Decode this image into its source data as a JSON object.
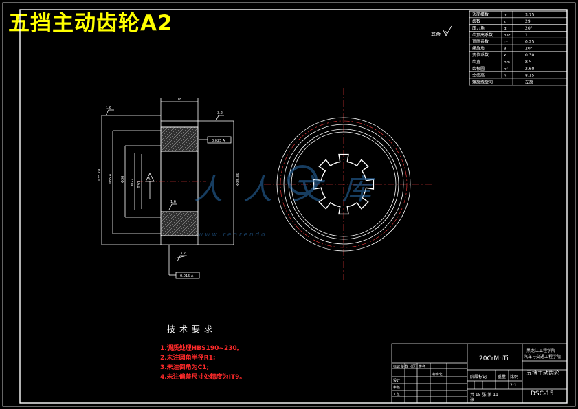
{
  "drawing": {
    "title": "五挡主动齿轮A2",
    "finish_mark": "其余",
    "gear_params": [
      [
        "法面模数",
        "m",
        "3.75"
      ],
      [
        "齿数",
        "z",
        "29"
      ],
      [
        "压力角",
        "α",
        "20°"
      ],
      [
        "齿顶高系数",
        "ha*",
        "1"
      ],
      [
        "顶隙系数",
        "c*",
        "0.25"
      ],
      [
        "螺旋角",
        "β",
        "20°"
      ],
      [
        "变位系数",
        "x",
        "0.30"
      ],
      [
        "齿宽",
        "bm",
        "8.5"
      ],
      [
        "齿根圆",
        "hf",
        "2.60"
      ],
      [
        "全齿高",
        "h",
        "8.15"
      ],
      [
        "螺旋线旋向",
        "",
        "左旋"
      ]
    ],
    "dims": {
      "width_top": "18",
      "dia_outer": "Φ35.78",
      "dia_2": "Φ35.41",
      "dia_3": "Φ30",
      "dia_4": "Φ27",
      "dia_5": "Φ30",
      "dia_6": "Φ35.35",
      "rough_1": "1.6",
      "rough_2": "3.2",
      "rough_3": "1.6",
      "rough_4": "3.2",
      "tol_1": "0.025 A",
      "tol_2": "0.015 A",
      "datum": "A"
    },
    "tech_requirements": {
      "heading": "技术要求",
      "items": [
        "1.调质处理HBS190~230。",
        "2.未注圆角半径R1;",
        "3.未注倒角为C1;",
        "4.未注偏差尺寸处精度为IT9。"
      ]
    },
    "watermark": {
      "text": "人人文库",
      "url": "w w w . r e n r e n d o"
    },
    "title_block": {
      "material": "20CrMnTi",
      "school_1": "黑龙江工程学院",
      "school_2": "汽车与交通工程学院",
      "part_name": "五挡主动齿轮",
      "drawing_no": "DSC-15",
      "stage_label": "阶段标记",
      "weight_label": "重量",
      "scale_label": "比例",
      "scale": "2:1",
      "sheets": "共 15 张  第 11",
      "sheet_suffix": "张",
      "rows": [
        "标记 处数 分区",
        "设计",
        "审核",
        "工艺"
      ],
      "std": "标准化",
      "sign": "签名"
    }
  }
}
